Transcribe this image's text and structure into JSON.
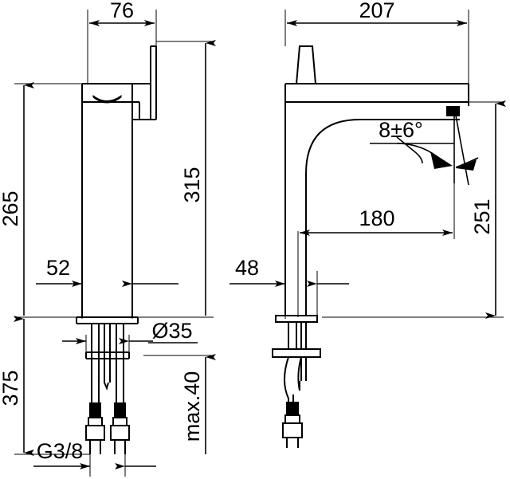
{
  "drawing": {
    "title": "Faucet technical dimension drawing",
    "type": "two-view orthographic engineering drawing",
    "units": "mm",
    "line_color": "#000000",
    "background_color": "#ffffff",
    "views": [
      {
        "name": "front-view",
        "position": "left"
      },
      {
        "name": "side-view",
        "position": "right"
      }
    ]
  },
  "dimensions": {
    "width_76": "76",
    "height_265": "265",
    "height_315": "315",
    "width_52": "52",
    "height_375": "375",
    "diameter_35": "Ø35",
    "thread_g38": "G3/8",
    "max_40": "max.40",
    "width_207": "207",
    "angle_8_6": "8±6°",
    "height_251": "251",
    "reach_180": "180",
    "width_48": "48"
  }
}
